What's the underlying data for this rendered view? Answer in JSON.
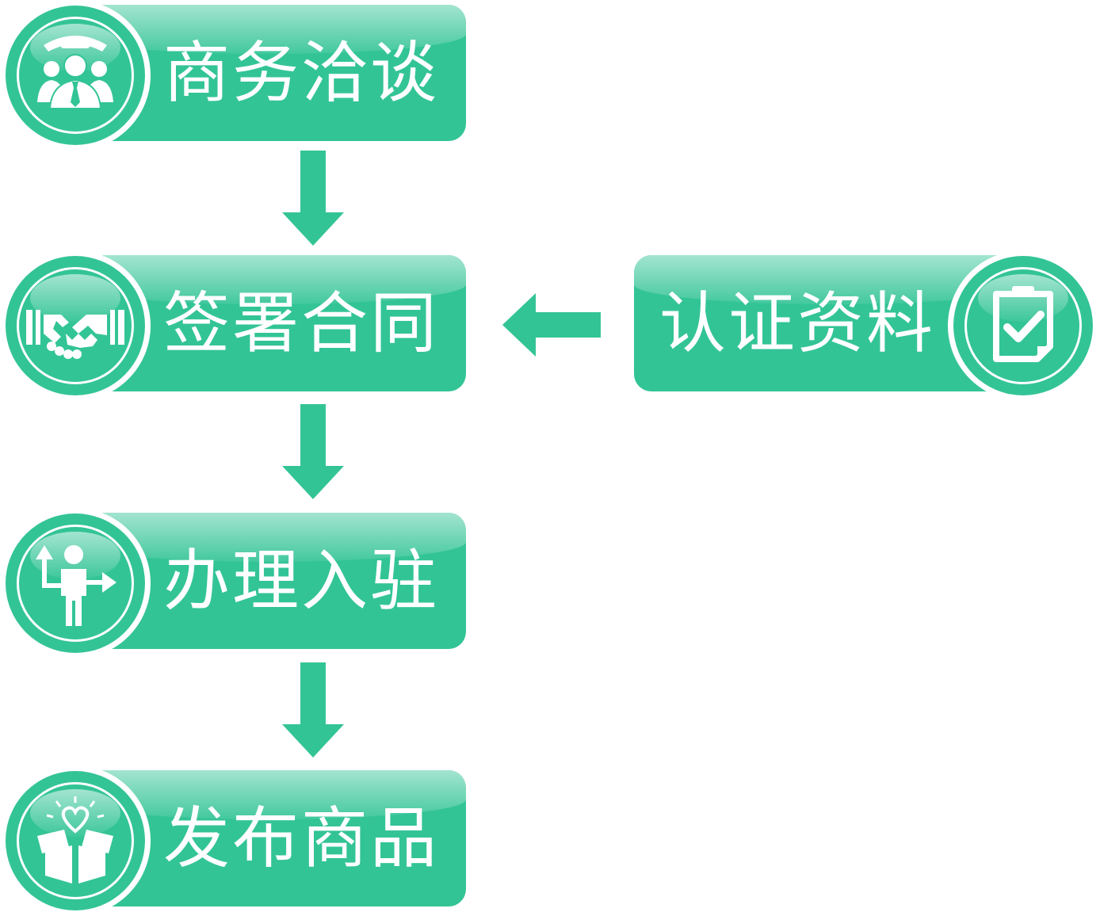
{
  "steps": [
    {
      "label": "商务洽谈",
      "icon": "business-people-icon"
    },
    {
      "label": "签署合同",
      "icon": "handshake-icon"
    },
    {
      "label": "办理入驻",
      "icon": "person-arrows-icon"
    },
    {
      "label": "发布商品",
      "icon": "open-box-heart-icon"
    }
  ],
  "side_step": {
    "label": "认证资料",
    "icon": "clipboard-check-icon"
  },
  "colors": {
    "accent": "#33c496",
    "text": "#ffffff",
    "background": "#ffffff"
  }
}
